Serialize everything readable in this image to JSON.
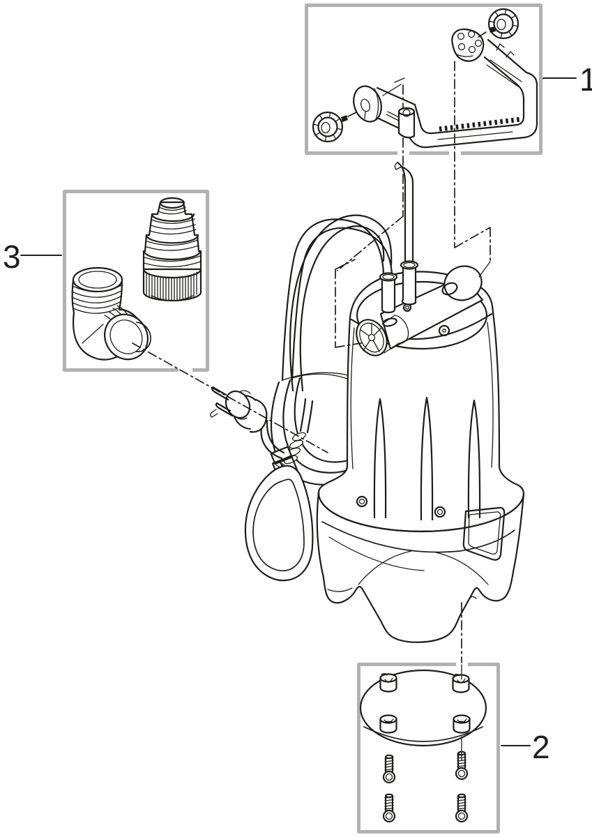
{
  "figure": {
    "background": "#ffffff",
    "line_color": "#1d1d1b",
    "callout_border_color": "#b1b1b1",
    "float_gland_color": "#4a4a4a"
  },
  "callouts": [
    {
      "label": "1"
    },
    {
      "label": "2"
    },
    {
      "label": "3"
    }
  ]
}
